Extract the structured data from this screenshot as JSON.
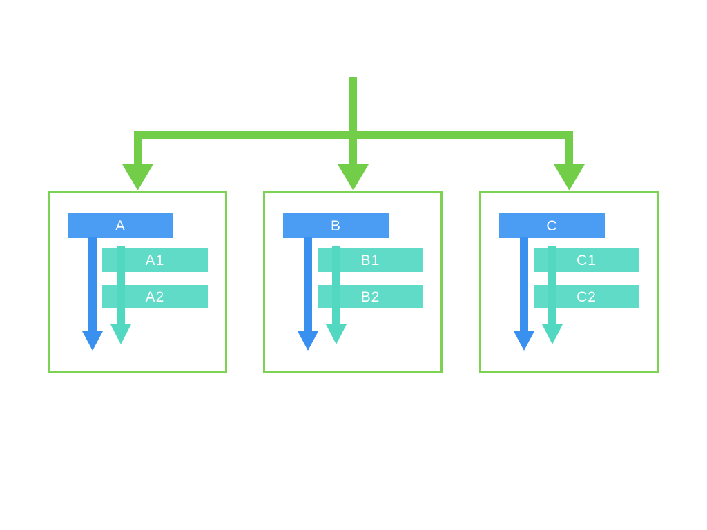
{
  "colors": {
    "background": "#ffffff",
    "green": "#72ce49",
    "box_border": "#7cd253",
    "blue": "#4a9df2",
    "blue_arrow": "#3a90ee",
    "teal": "#5fdbc8",
    "teal_arrow": "#52d8c0",
    "label_text": "#ffffff"
  },
  "diagram": {
    "type": "tree",
    "branches": [
      {
        "label": "A",
        "children": [
          {
            "label": "A1"
          },
          {
            "label": "A2"
          }
        ]
      },
      {
        "label": "B",
        "children": [
          {
            "label": "B1"
          },
          {
            "label": "B2"
          }
        ]
      },
      {
        "label": "C",
        "children": [
          {
            "label": "C1"
          },
          {
            "label": "C2"
          }
        ]
      }
    ]
  }
}
